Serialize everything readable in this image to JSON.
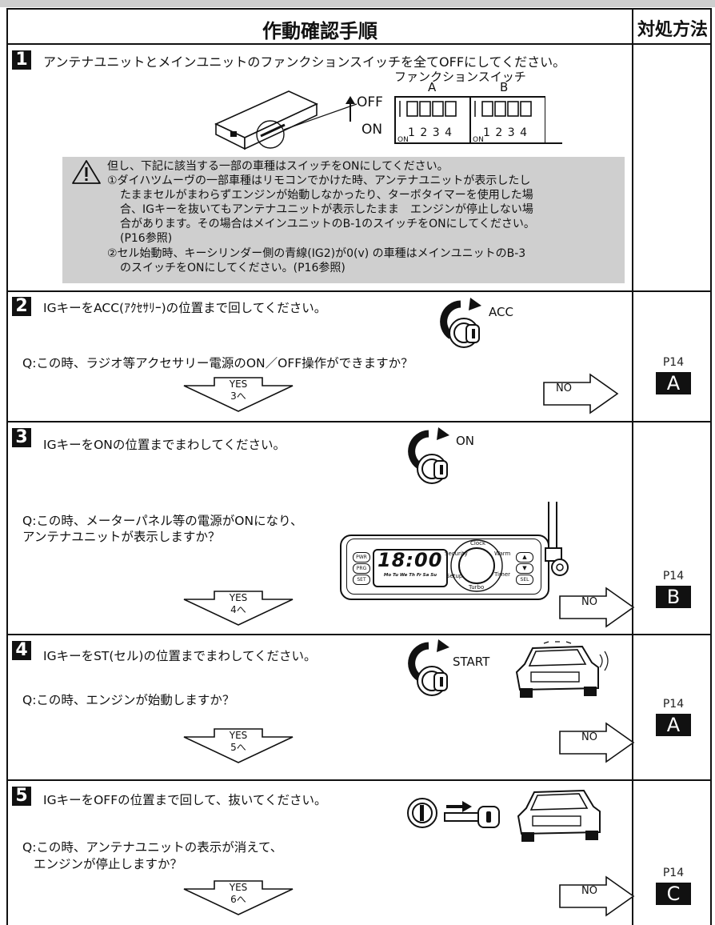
{
  "header": {
    "procedure": "作動確認手順",
    "remedy": "対処方法"
  },
  "step1": {
    "num": "1",
    "text": "アンテナユニットとメインユニットのファンクションスイッチを全てOFFにしてください。",
    "switch_title": "ファンクションスイッチ",
    "switch_a": "A",
    "switch_b": "B",
    "off": "OFF",
    "on": "ON",
    "on_small": "ON",
    "numbers": "1 2 3 4",
    "warning": {
      "line1": "但し、下記に該当する一部の車種はスイッチをONにしてください。",
      "line2": "①ダイハツムーヴの一部車種はリモコンでかけた時、アンテナユニットが表示したし",
      "line3": "たままセルがまわらずエンジンが始動しなかったり、ターボタイマーを使用した場",
      "line4": "合、IGキーを抜いてもアンテナユニットが表示したまま　エンジンが停止しない場",
      "line5": "合があります。その場合はメインユニットのB-1のスイッチをONにしてください。",
      "line6": "(P16参照)",
      "line7": "②セル始動時、キーシリンダー側の青線(IG2)が0(v) の車種はメインユニットのB-3",
      "line8": "のスイッチをONにしてください。(P16参照)"
    }
  },
  "step2": {
    "num": "2",
    "text": "IGキーをACC(ｱｸｾｻﾘｰ)の位置まで回してください。",
    "key_label": "ACC",
    "question": "Q:この時、ラジオ等アクセサリー電源のON／OFF操作ができますか？",
    "yes": "YES",
    "yes_to": "3へ",
    "no": "NO",
    "page": "P14",
    "letter": "A"
  },
  "step3": {
    "num": "3",
    "text": "IGキーをONの位置までまわしてください。",
    "key_label": "ON",
    "question_l1": "Q:この時、メーターパネル等の電源がONになり、",
    "question_l2": "アンテナユニットが表示しますか？",
    "lcd_time": "18:00",
    "lcd_days": "Mo Tu We Th Fr Sa Su",
    "dial": [
      "Clock",
      "Warm",
      "Timer",
      "Turbo",
      "Setup",
      "Security"
    ],
    "btn_left": [
      "PWR",
      "PRG",
      "SET"
    ],
    "btn_right": [
      "▲",
      "▼",
      "SEL"
    ],
    "yes": "YES",
    "yes_to": "4へ",
    "no": "NO",
    "page": "P14",
    "letter": "B"
  },
  "step4": {
    "num": "4",
    "text": "IGキーをST(セル)の位置までまわしてください。",
    "key_label": "START",
    "question": "Q:この時、エンジンが始動しますか？",
    "yes": "YES",
    "yes_to": "5へ",
    "no": "NO",
    "page": "P14",
    "letter": "A"
  },
  "step5": {
    "num": "5",
    "text": "IGキーをOFFの位置まで回して、抜いてください。",
    "question_l1": "Q:この時、アンテナユニットの表示が消えて、",
    "question_l2": "エンジンが停止しますか？",
    "yes": "YES",
    "yes_to": "6へ",
    "no": "NO",
    "page": "P14",
    "letter": "C"
  }
}
